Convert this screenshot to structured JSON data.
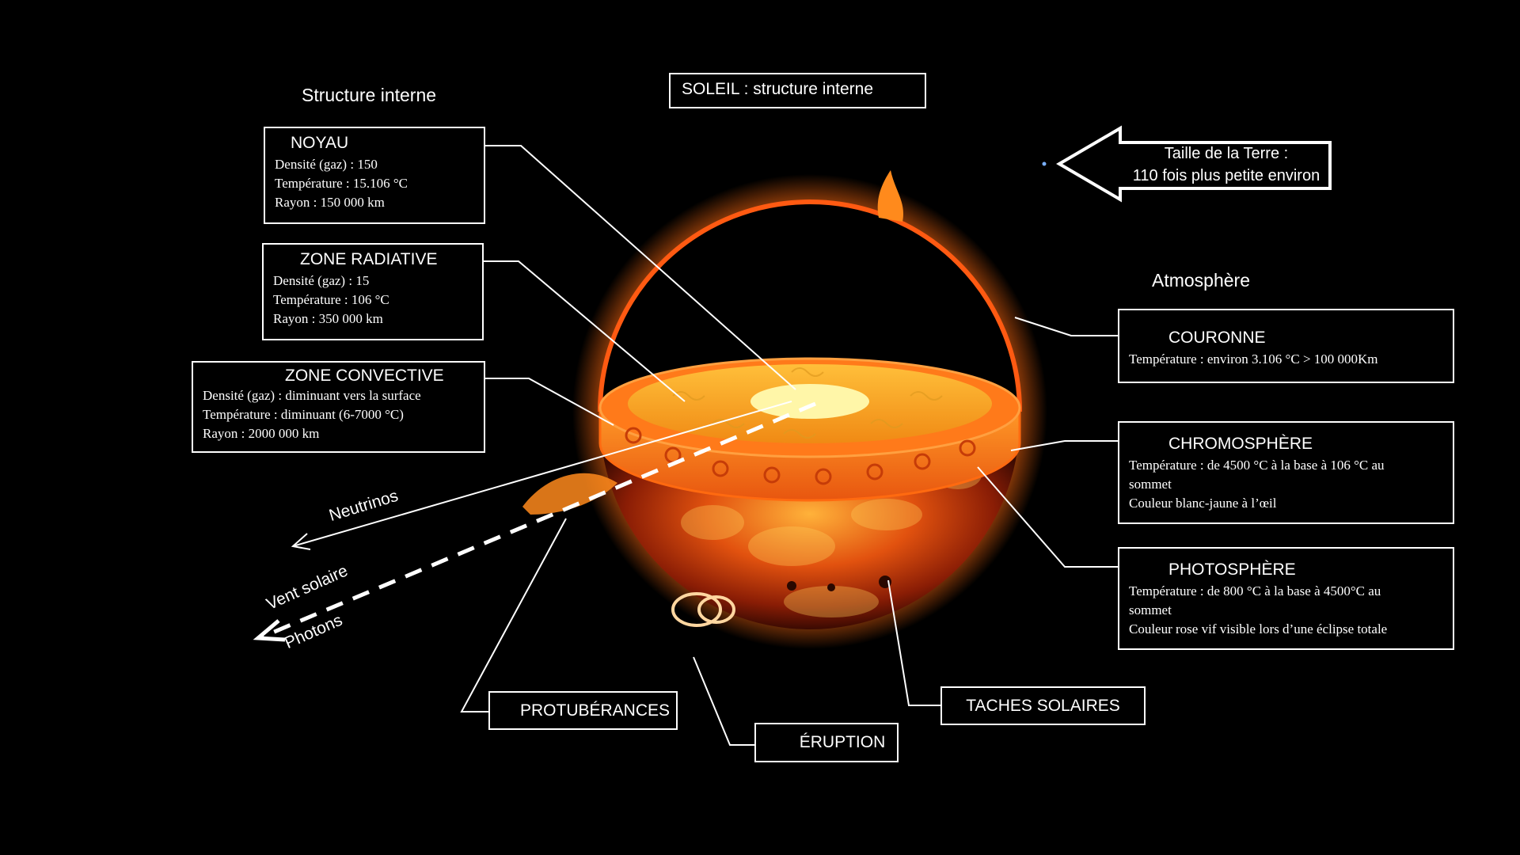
{
  "header": {
    "title": "SOLEIL : structure interne",
    "section_internal": "Structure interne",
    "section_atmosphere": "Atmosphère"
  },
  "earth_note": {
    "line1": "Taille de la Terre :",
    "line2": "110 fois plus petite environ"
  },
  "noyau": {
    "title": "NOYAU",
    "lines": [
      "Densité  (gaz) : 150",
      "Température : 15.106 °C",
      "Rayon : 150 000 km"
    ]
  },
  "zone_radiative": {
    "title": "ZONE RADIATIVE",
    "lines": [
      "Densité (gaz) : 15",
      "Température : 106 °C",
      "Rayon : 350 000 km"
    ]
  },
  "zone_convective": {
    "title": "ZONE CONVECTIVE",
    "lines": [
      "Densité (gaz) : diminuant vers la surface",
      "Température : diminuant (6-7000 °C)",
      "Rayon : 2000 000 km"
    ]
  },
  "couronne": {
    "title": "COURONNE",
    "lines": [
      "Température : environ 3.106 °C  > 100 000Km"
    ]
  },
  "chromosphere": {
    "title": "CHROMOSPHÈRE",
    "lines": [
      "Température : de 4500 °C à la base à  106 °C au",
      "sommet",
      "Couleur blanc-jaune à l’œil"
    ]
  },
  "photosphere": {
    "title": "PHOTOSPHÈRE",
    "lines": [
      "Température : de 800 °C à la base  à  4500°C au",
      "sommet",
      "Couleur rose vif visible lors d’une éclipse totale"
    ]
  },
  "labels": {
    "neutrinos": "Neutrinos",
    "vent_solaire": "Vent solaire",
    "photons": "Photons",
    "protuberances": "PROTUBÉRANCES",
    "eruption": "ÉRUPTION",
    "taches": "TACHES SOLAIRES"
  },
  "colors": {
    "background": "#000000",
    "core": "#fff6a8",
    "radiative": "#ffd23a",
    "convective": "#ff7a1a",
    "surface": "#e2400f",
    "lines": "#ffffff"
  }
}
